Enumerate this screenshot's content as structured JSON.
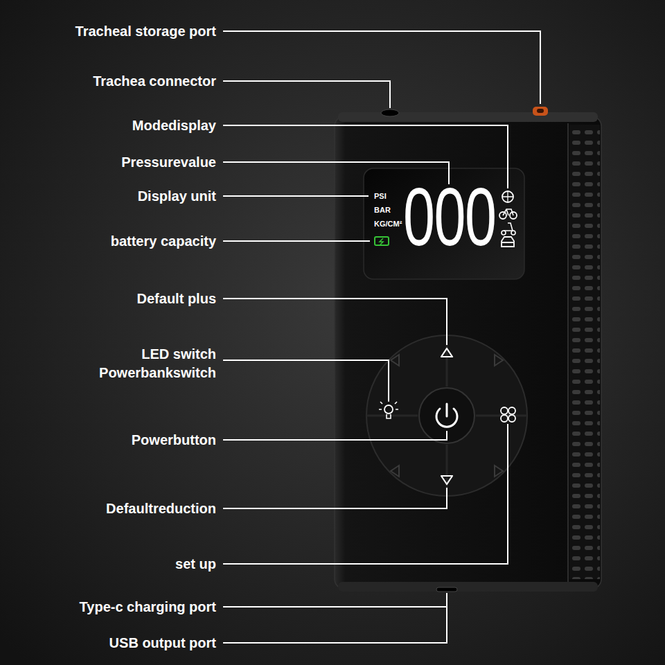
{
  "diagram": {
    "labels": [
      "Tracheal storage port",
      "Trachea connector",
      "Modedisplay",
      "Pressurevalue",
      "Display unit",
      "battery capacity",
      "Default plus",
      "LED switch Powerbankswitch",
      "Powerbutton",
      "Defaultreduction",
      "set up",
      "Type-c charging port",
      "USB output port",
      "PSI",
      "BAR",
      "KG/CM²",
      "000"
    ]
  }
}
